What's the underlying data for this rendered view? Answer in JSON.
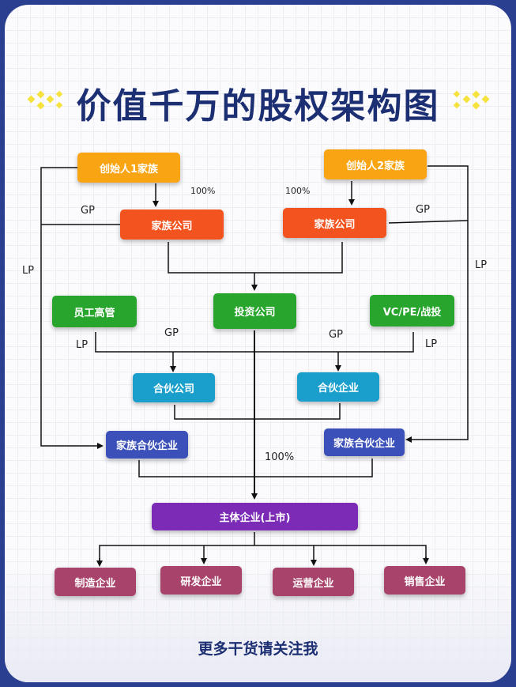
{
  "title": "价值千万的股权架构图",
  "footer": "更多干货请关注我",
  "nodes": {
    "founder1": "创始人1家族",
    "founder2": "创始人2家族",
    "family_co_left": "家族公司",
    "family_co_right": "家族公司",
    "employees": "员工高管",
    "investment_co": "投资公司",
    "vc_pe": "VC/PE/战投",
    "partner_co": "合伙公司",
    "partner_ent": "合伙企业",
    "family_partner_left": "家族合伙企业",
    "family_partner_right": "家族合伙企业",
    "main_ent": "主体企业(上市)",
    "manufacturing": "制造企业",
    "rnd": "研发企业",
    "operations": "运营企业",
    "sales": "销售企业"
  },
  "labels": {
    "pct_left": "100%",
    "pct_right": "100%",
    "pct_main": "100%",
    "gp_left_top": "GP",
    "gp_right_top": "GP",
    "lp_left_outer": "LP",
    "lp_right_outer": "LP",
    "gp_mid_left": "GP",
    "gp_mid_right": "GP",
    "lp_mid_left": "LP",
    "lp_mid_right": "LP"
  },
  "colors": {
    "founder": "#f9a412",
    "family_company": "#f2531f",
    "shareholder": "#27a52d",
    "partnership": "#1a9fcc",
    "family_partnership": "#3b50b8",
    "main": "#7b2bb5",
    "subsidiary": "#a8446b",
    "title": "#1d2f73"
  }
}
